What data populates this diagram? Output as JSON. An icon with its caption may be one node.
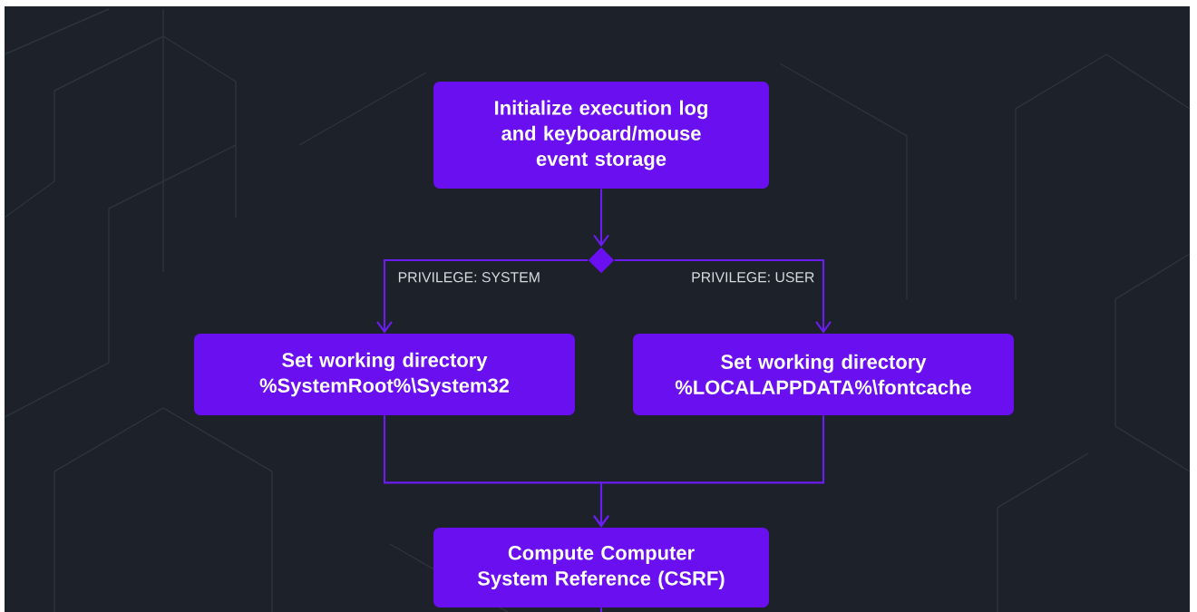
{
  "diagram": {
    "nodes": [
      {
        "text": [
          "Initialize execution log and keyboard/mouse event storage"
        ]
      },
      {
        "text": [],
        "shape": "diamond"
      },
      {
        "text": [
          "Set working directory %SystemRoot%\\System32"
        ]
      },
      {
        "text": [
          "Set working directory %LOCALAPPDATA%\\fontcache"
        ]
      },
      {
        "text": [
          "Compute Computer System Reference (CSRF)"
        ]
      }
    ],
    "edges": [
      {
        "from": 0,
        "to": 1,
        "arrow": "to"
      },
      {
        "from": 1,
        "to": 2,
        "arrow": "to",
        "label": "PRIVILEGE: SYSTEM"
      },
      {
        "from": 1,
        "to": 3,
        "arrow": "to",
        "label": "PRIVILEGE: USER"
      },
      {
        "from": 2,
        "to": 4,
        "arrow": "to"
      },
      {
        "from": 3,
        "to": 4,
        "arrow": "to"
      },
      {
        "from": 4,
        "to": null,
        "arrow": "none"
      }
    ]
  }
}
